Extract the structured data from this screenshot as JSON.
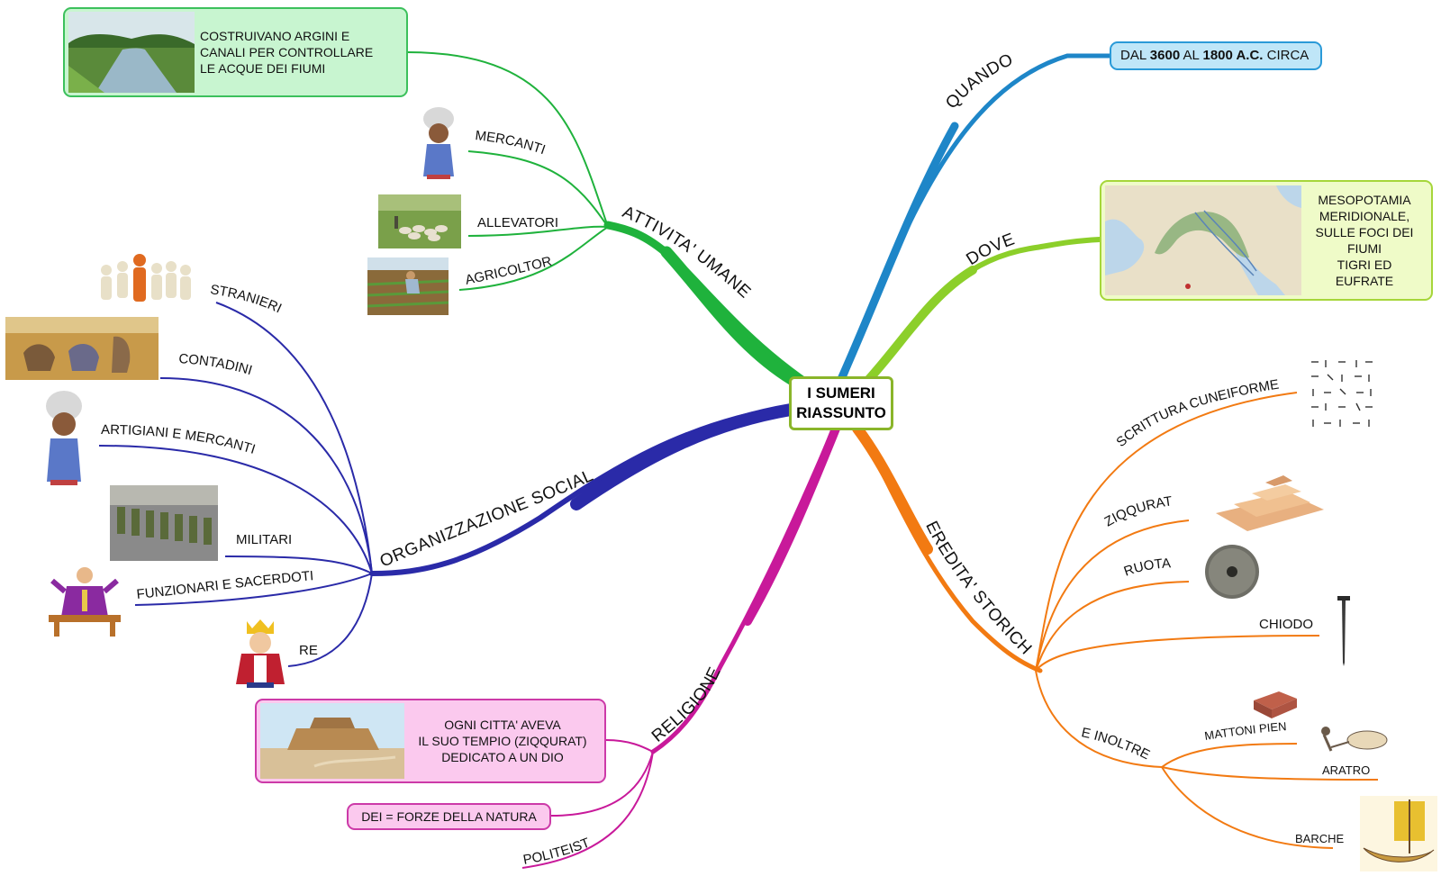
{
  "center": {
    "line1": "I SUMERI",
    "line2": "RIASSUNTO"
  },
  "branches": {
    "quando": {
      "label": "QUANDO",
      "color": "#1e86c8",
      "box": {
        "pre": "DAL ",
        "b1": "3600",
        "mid": " AL ",
        "b2": "1800 A.C.",
        "post": " CIRCA"
      }
    },
    "dove": {
      "label": "DOVE",
      "color": "#8ccf2a",
      "box": {
        "lines": [
          "MESOPOTAMIA",
          "MERIDIONALE,",
          "SULLE FOCI DEI",
          "FIUMI",
          "TIGRI ED",
          "EUFRATE"
        ]
      }
    },
    "eredita": {
      "label": "EREDITA' STORICHE",
      "color": "#f27a12",
      "items": [
        "SCRITTURA CUNEIFORME",
        "ZIQQURAT",
        "RUOTA",
        "CHIODO",
        "E INOLTRE"
      ],
      "inoltre": [
        "MATTONI PIENI",
        "ARATRO",
        "BARCHE"
      ]
    },
    "religione": {
      "label": "RELIGIONE",
      "color": "#c8199a",
      "box1": {
        "lines": [
          "OGNI CITTA' AVEVA",
          "IL SUO TEMPIO (ZIQQURAT)",
          "DEDICATO A UN DIO"
        ]
      },
      "box2": "DEI = FORZE DELLA NATURA",
      "item": "POLITEISTI"
    },
    "sociale": {
      "label": "ORGANIZZAZIONE SOCIALE",
      "color": "#2a2aa8",
      "items": [
        "STRANIERI",
        "CONTADINI",
        "ARTIGIANI E MERCANTI",
        "MILITARI",
        "FUNZIONARI E SACERDOTI",
        "RE"
      ]
    },
    "attivita": {
      "label": "ATTIVITA' UMANE",
      "color": "#1fb23c",
      "box": {
        "lines": [
          "COSTRUIVANO ARGINI E",
          "CANALI PER CONTROLLARE",
          "LE ACQUE DEI FIUMI"
        ]
      },
      "items": [
        "MERCANTI",
        "ALLEVATORI",
        "AGRICOLTORI"
      ]
    }
  }
}
